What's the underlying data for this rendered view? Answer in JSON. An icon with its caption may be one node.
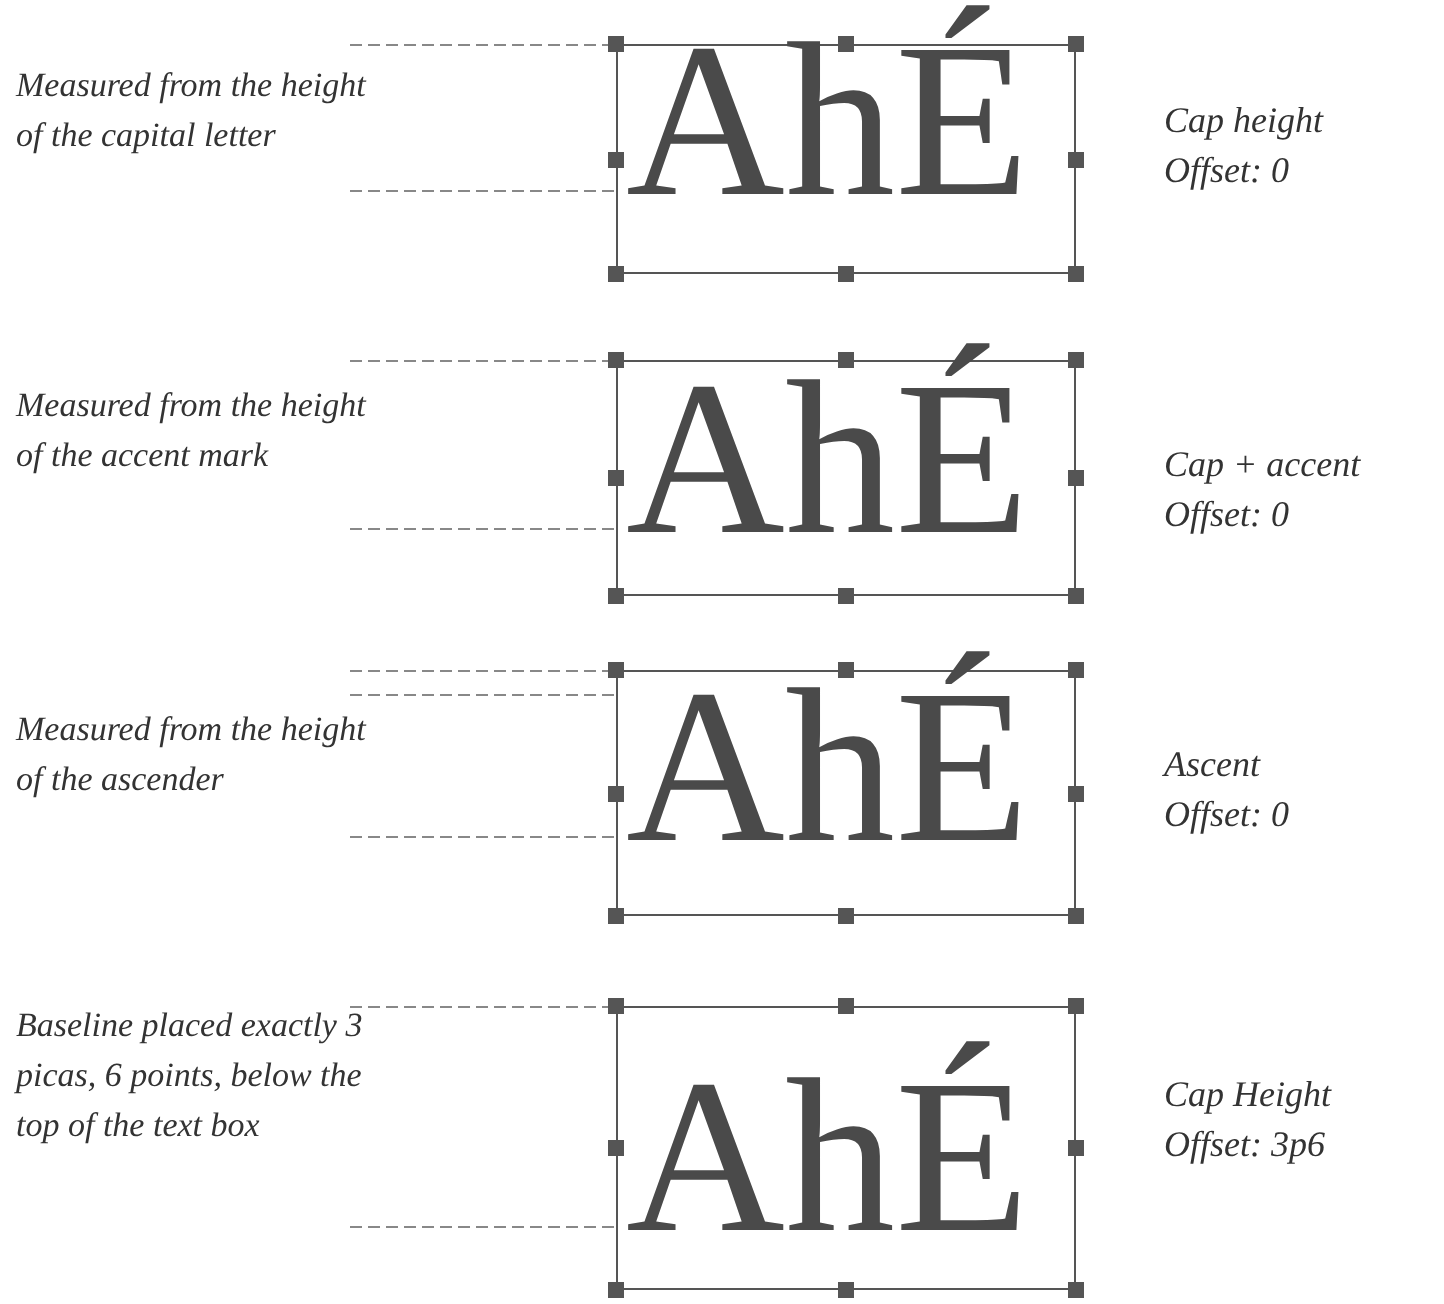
{
  "diagram": {
    "nodes": [
      {
        "text": [
          "AhÉ"
        ],
        "beside": [
          "Cap height",
          "Offset: 0"
        ]
      },
      {
        "text": [
          "AhÉ"
        ],
        "beside": [
          "Cap + accent",
          "Offset: 0"
        ]
      },
      {
        "text": [
          "AhÉ"
        ],
        "beside": [
          "Ascent",
          "Offset: 0"
        ]
      },
      {
        "text": [
          "AhÉ"
        ],
        "beside": [
          "Cap Height",
          "Offset: 3p6"
        ]
      }
    ],
    "labels": [
      "Measured from the height of the capital letter",
      "Measured from the height of the accent mark",
      "Measured from the height of the ascender",
      "Baseline placed exactly 3 picas, 6 points, below the top of the text box"
    ]
  }
}
